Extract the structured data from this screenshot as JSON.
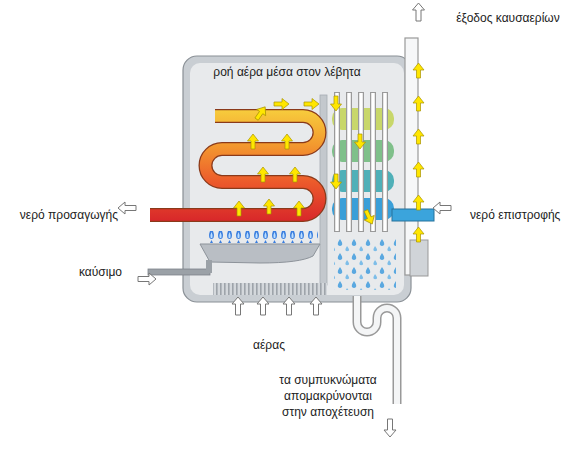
{
  "diagram": {
    "labels": [
      "έξοδος καυσαερίων",
      "ροή αέρα μέσα στον λέβητα",
      "νερό προσαγωγής",
      "νερό επιστροφής",
      "καύσιμο",
      "αέρας",
      "τα συμπυκνώματα απομακρύνονται στην αποχέτευση"
    ]
  }
}
